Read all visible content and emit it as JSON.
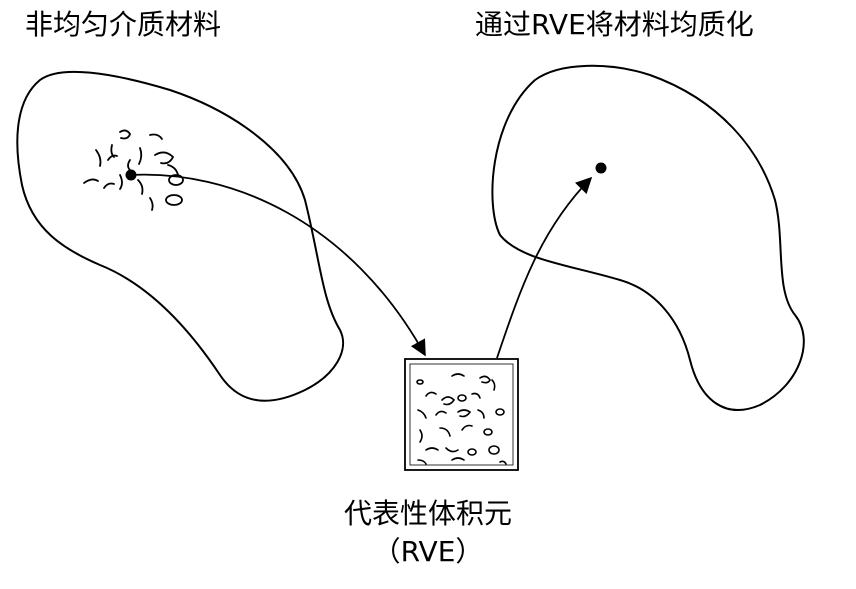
{
  "titles": {
    "left": "非均匀介质材料",
    "right": "通过RVE将材料均质化"
  },
  "rve": {
    "line1": "代表性体积元",
    "line2": "（RVE）"
  }
}
